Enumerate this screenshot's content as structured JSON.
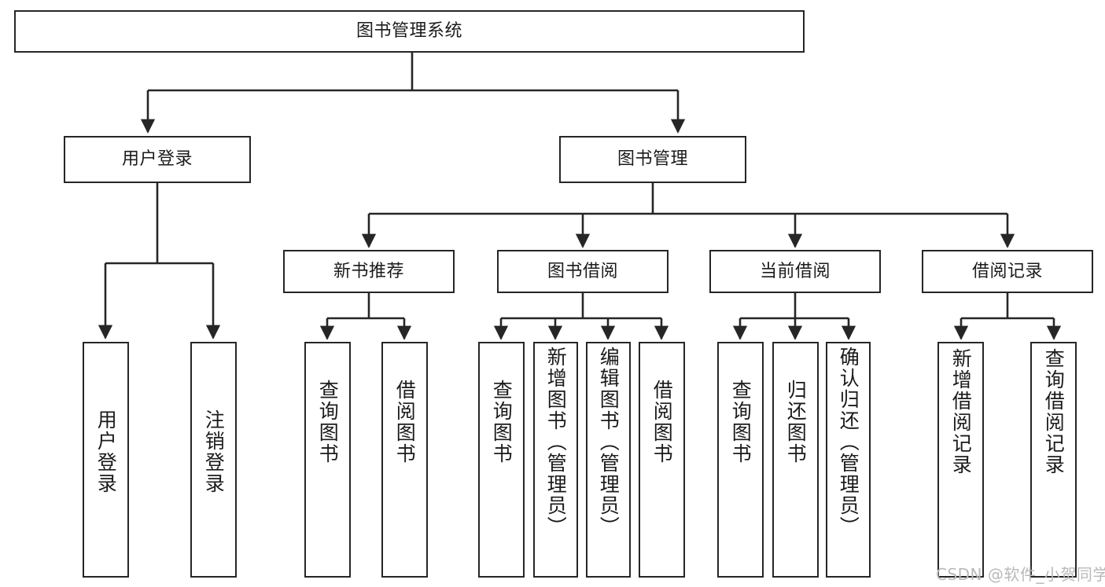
{
  "diagram": {
    "title": "图书管理系统",
    "watermark": "CSDN @软件_小贺同学",
    "root": {
      "label": "图书管理系统"
    },
    "level1": [
      {
        "label": "用户登录"
      },
      {
        "label": "图书管理"
      }
    ],
    "level2": [
      {
        "label": "新书推荐"
      },
      {
        "label": "图书借阅"
      },
      {
        "label": "当前借阅"
      },
      {
        "label": "借阅记录"
      }
    ],
    "leaves": [
      {
        "label": "用户登录",
        "parent": "用户登录"
      },
      {
        "label": "注销登录",
        "parent": "用户登录"
      },
      {
        "label": "查询图书",
        "parent": "新书推荐"
      },
      {
        "label": "借阅图书",
        "parent": "新书推荐"
      },
      {
        "label": "查询图书",
        "parent": "图书借阅"
      },
      {
        "label": "新增图书（管理员）",
        "parent": "图书借阅"
      },
      {
        "label": "编辑图书（管理员）",
        "parent": "图书借阅"
      },
      {
        "label": "借阅图书",
        "parent": "图书借阅"
      },
      {
        "label": "查询图书",
        "parent": "当前借阅"
      },
      {
        "label": "归还图书",
        "parent": "当前借阅"
      },
      {
        "label": "确认归还（管理员）",
        "parent": "当前借阅"
      },
      {
        "label": "新增借阅记录",
        "parent": "借阅记录"
      },
      {
        "label": "查询借阅记录",
        "parent": "借阅记录"
      }
    ],
    "colors": {
      "stroke": "#262626",
      "background": "#ffffff",
      "text": "#1b1b1b",
      "watermark": "#b9b9b9"
    }
  }
}
